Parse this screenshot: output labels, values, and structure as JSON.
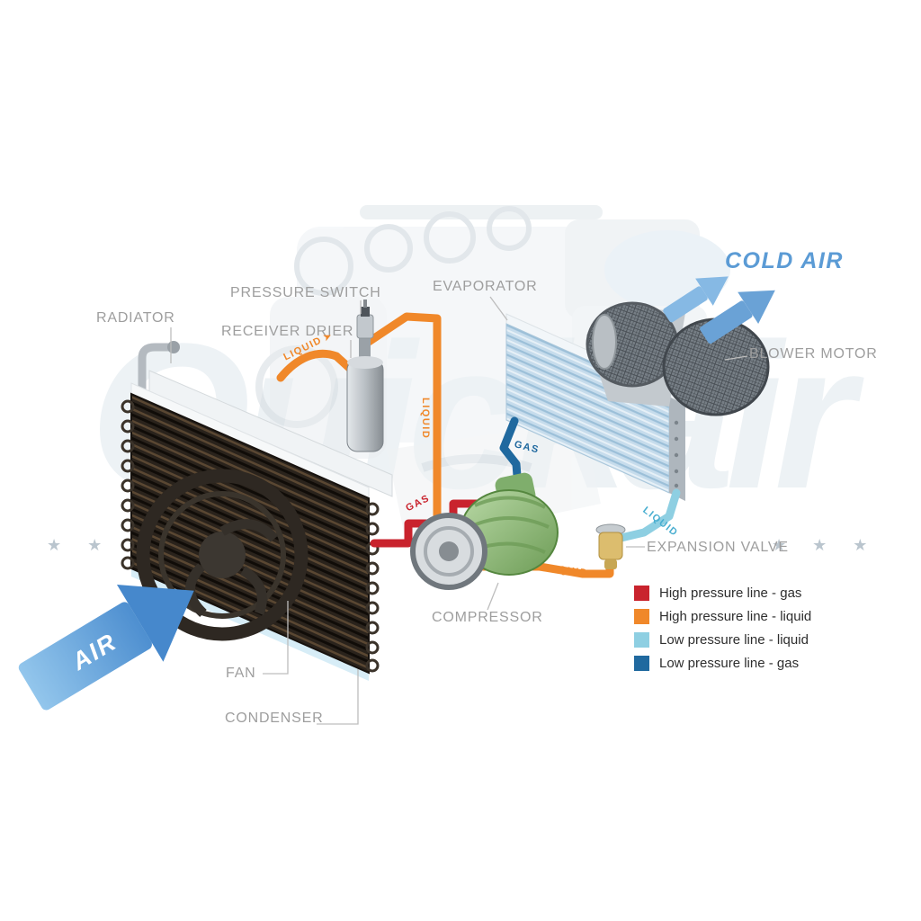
{
  "watermark": {
    "text": "Quickair",
    "stars_left": "★ ★ ★",
    "stars_right": "★ ★ ★"
  },
  "labels": {
    "radiator": "RADIATOR",
    "pressure_switch": "PRESSURE SWITCH",
    "receiver_drier": "RECEIVER DRIER",
    "evaporator": "EVAPORATOR",
    "blower_motor": "BLOWER MOTOR",
    "cold_air": "COLD AIR",
    "expansion_valve": "EXPANSION VALVE",
    "compressor": "COMPRESSOR",
    "fan": "FAN",
    "condenser": "CONDENSER",
    "air": "AIR"
  },
  "pipe_labels": {
    "liquid_in": "LIQUID",
    "liquid_down": "LIQUID",
    "gas_high": "GAS",
    "gas_low": "GAS",
    "liquid_low": "LIQUID",
    "liquid_to_valve": "LIQUID"
  },
  "icons": {
    "flow_arrow": "➤"
  },
  "legend": {
    "items": [
      {
        "label": "High pressure line - gas",
        "color": "#c9232d"
      },
      {
        "label": "High pressure line - liquid",
        "color": "#f0882a"
      },
      {
        "label": "Low pressure line - liquid",
        "color": "#8ecfe2"
      },
      {
        "label": "Low pressure line - gas",
        "color": "#20699f"
      }
    ]
  }
}
